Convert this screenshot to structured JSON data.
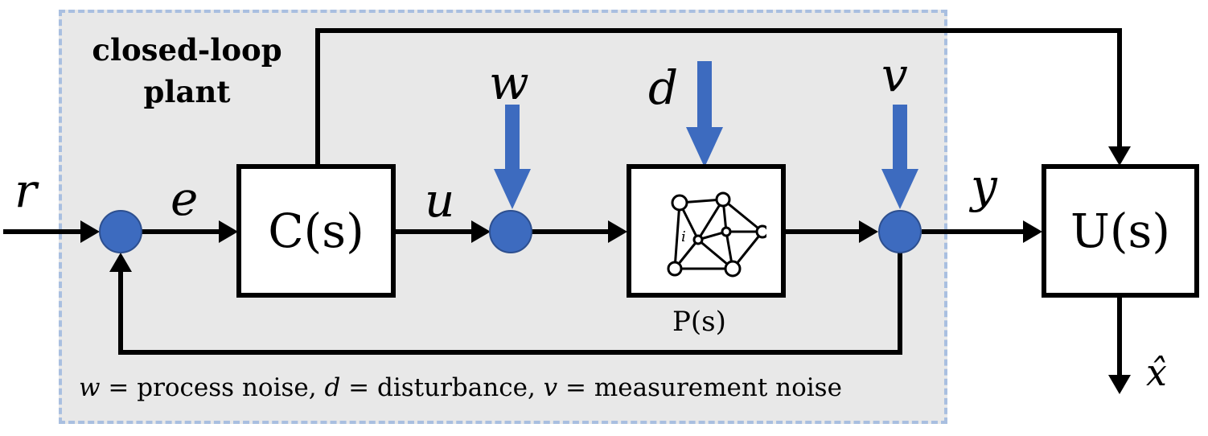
{
  "diagram": {
    "region_title": "closed-loop plant",
    "blocks": {
      "controller": "C(s)",
      "plant": "P(s)",
      "observer": "U(s)"
    },
    "signals": {
      "reference": "r",
      "error": "e",
      "control": "u",
      "process_noise": "w",
      "disturbance": "d",
      "measurement_noise": "v",
      "output": "y",
      "estimate": "x̂"
    },
    "plant_icon_label": "i",
    "legend": {
      "w_sym": "w",
      "w_text": "process noise",
      "d_sym": "d",
      "d_text": "disturbance",
      "v_sym": "v",
      "v_text": "measurement noise"
    },
    "colors": {
      "region_fill": "#e8e8e8",
      "region_border": "#a9bfe0",
      "summing_junction": "#3d6bbf",
      "noise_arrow": "#3d6bbf",
      "signal_line": "#000000"
    }
  }
}
